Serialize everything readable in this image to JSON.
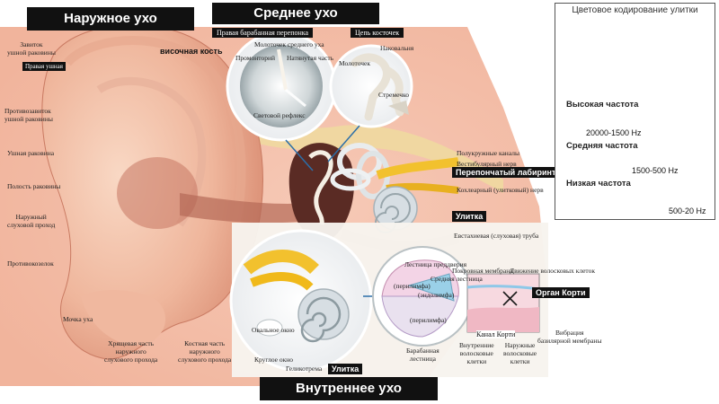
{
  "headers": {
    "outer_ear": "Наружное ухо",
    "middle_ear": "Среднее ухо",
    "inner_ear": "Внутреннее ухо"
  },
  "tags": {
    "temporal_bone": "височная кость",
    "membranous_labyrinth": "Перепончатый лабиринт",
    "cochlea": "Улитка",
    "cochlea_bottom": "Улитка",
    "organ_of_corti": "Орган Корти",
    "right_auricle": "Правая ушная",
    "tympanic_subheader": "Правая барабанная перепонка",
    "ossicles_subheader": "Цепь косточек",
    "corti_canal": "Канал Корти"
  },
  "outer_labels": {
    "helix": "Завиток\nушной раковины",
    "antihelix": "Противозавиток\nушной раковины",
    "concha": "Ушная раковина",
    "cavum": "Полость раковины",
    "canal": "Наружный\nслуховой проход",
    "antitragus": "Противокозелок",
    "lobule": "Мочка уха",
    "cartilage_canal": "Хрящевая часть\nнаружного\nслухового прохода",
    "bony_canal": "Костная часть\nнаружного\nслухового прохода"
  },
  "tympanic_labels": {
    "malleus_handle": "Молоточек среднего уха",
    "promontory": "Промонторий",
    "tense_part": "Натянутая часть",
    "light_reflex": "Световой рефлекс"
  },
  "ossicle_labels": {
    "incus": "Наковальня",
    "malleus": "Молоточек",
    "stapes": "Стремечко"
  },
  "middle_labels": {
    "semicircular": "Полукружные каналы",
    "vestibular_nerve": "Вестибулярный нерв",
    "cochlear_nerve": "Кохлеарный (улитковый) нерв",
    "eustachian": "Евстахиевая (слуховая) труба"
  },
  "inner_labels": {
    "oval_window": "Овальное окно",
    "round_window": "Круглое окно",
    "helicotrema": "Геликотрема"
  },
  "section_labels": {
    "scala_vestibuli": "Лестница преддверия",
    "perilymph_top": "(перилимфа)",
    "reissner": "Покровная мембрана",
    "scala_media": "Средняя лестница",
    "endolymph": "(эндолимфа)",
    "perilymph_bottom": "(перилимфа)",
    "scala_tympani": "Барабанная\nлестница",
    "hair_movement": "Движение волосковых клеток",
    "inner_hair": "Внутренние\nволосковые\nклетки",
    "outer_hair": "Наружные\nволосковые\nклетки",
    "basilar_vibration": "Вибрация\nбазилярной мембраны"
  },
  "legend": {
    "title": "Цветовое кодирование улитки",
    "bands": [
      {
        "heading": "Высокая частота",
        "range": "20000-1500 Hz",
        "highlight": "#ffd21a"
      },
      {
        "heading": "Средняя частота",
        "range": "1500-500 Hz",
        "highlight": "#2fbfe0"
      },
      {
        "heading": "Низкая частота",
        "range": "500-20 Hz",
        "highlight": "#7ac943"
      }
    ]
  },
  "colors": {
    "skin": "#f2c0a8",
    "skin_dark": "#d9907a",
    "bone": "#f0d9a0",
    "nerve": "#f2c12e",
    "cochlea": "#d7dee3",
    "membrane": "#cfd5d8",
    "panel_bg": "#f7f4ee"
  }
}
